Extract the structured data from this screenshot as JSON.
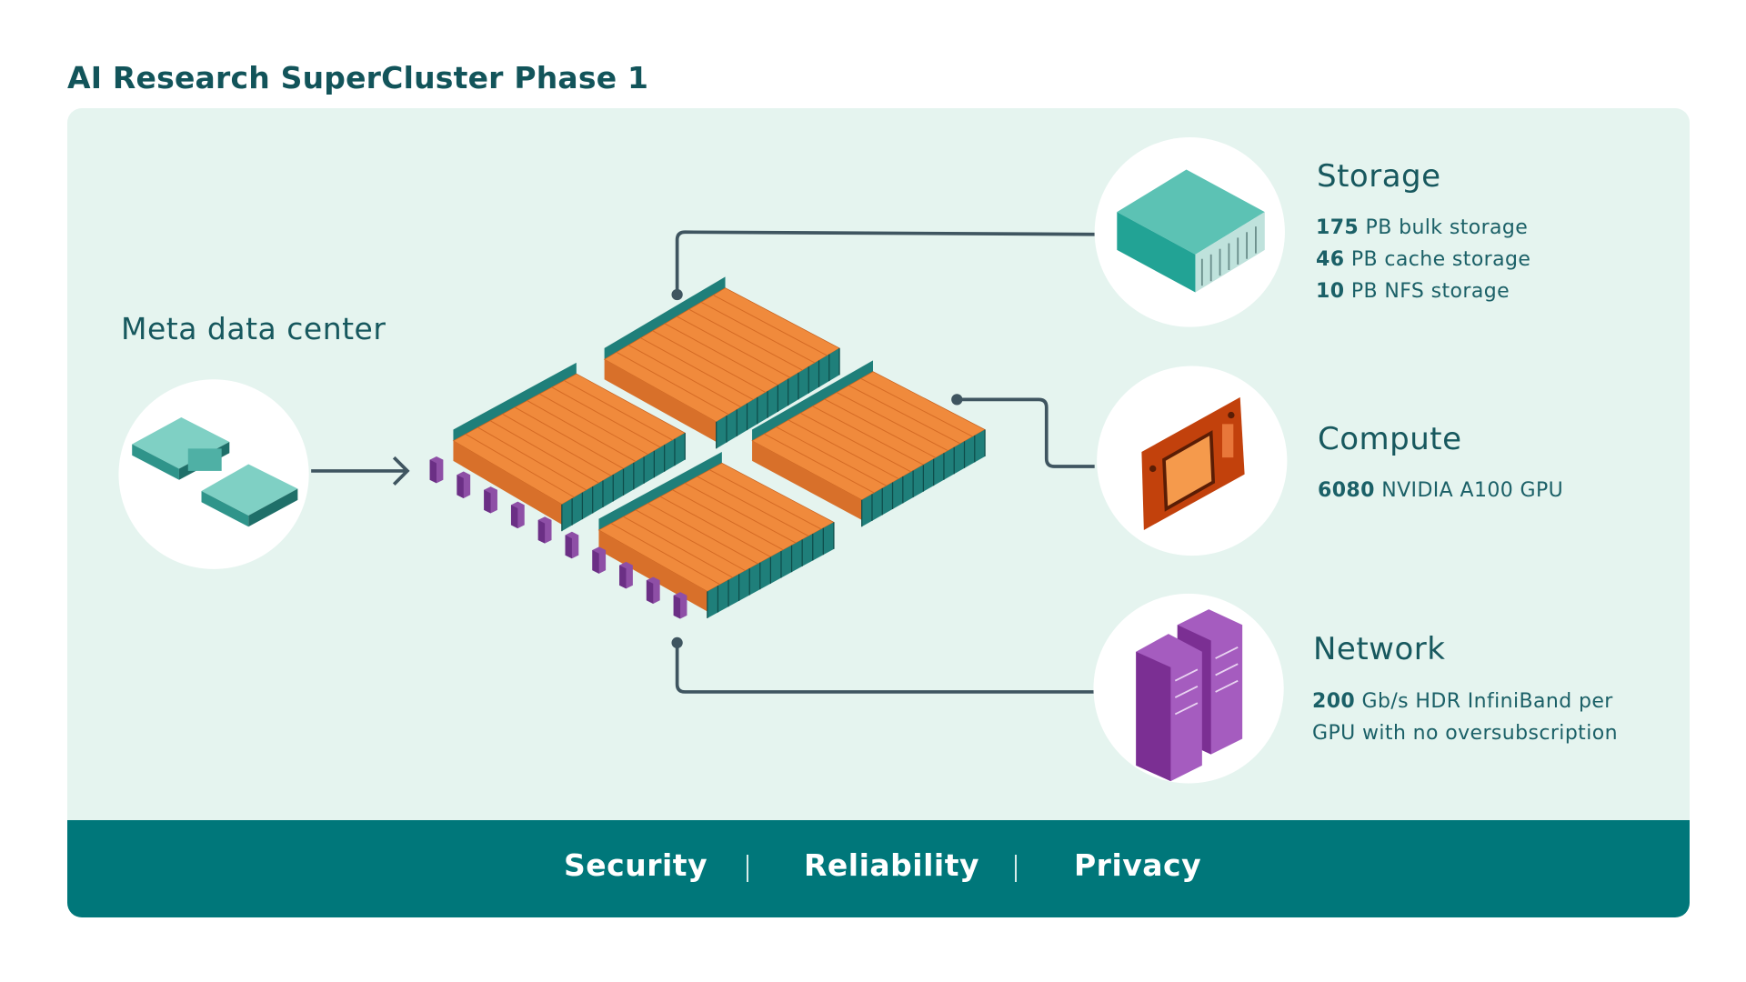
{
  "title": "AI Research SuperCluster Phase 1",
  "source": {
    "label": "Meta data center",
    "icon": "data-center-icon"
  },
  "sections": {
    "storage": {
      "title": "Storage",
      "icon": "storage-server-icon",
      "items": [
        {
          "value": "175",
          "text": "PB bulk storage"
        },
        {
          "value": "46",
          "text": "PB cache storage"
        },
        {
          "value": "10",
          "text": "PB NFS storage"
        }
      ]
    },
    "compute": {
      "title": "Compute",
      "icon": "gpu-board-icon",
      "items": [
        {
          "value": "6080",
          "text": "NVIDIA A100 GPU"
        }
      ]
    },
    "network": {
      "title": "Network",
      "icon": "network-rack-icon",
      "items": [
        {
          "value": "200",
          "text": "Gb/s HDR InfiniBand per"
        },
        {
          "value": "",
          "text": "GPU with no oversubscription"
        }
      ]
    }
  },
  "footer": {
    "items": [
      "Security",
      "Reliability",
      "Privacy"
    ]
  },
  "colors": {
    "panel": "#e5f4ef",
    "footer": "#00777a",
    "text": "#17585e",
    "orange": "#f08a3c",
    "teal_rack": "#1f7f7a",
    "purple": "#8e4fa6",
    "connector": "#3f5560"
  }
}
